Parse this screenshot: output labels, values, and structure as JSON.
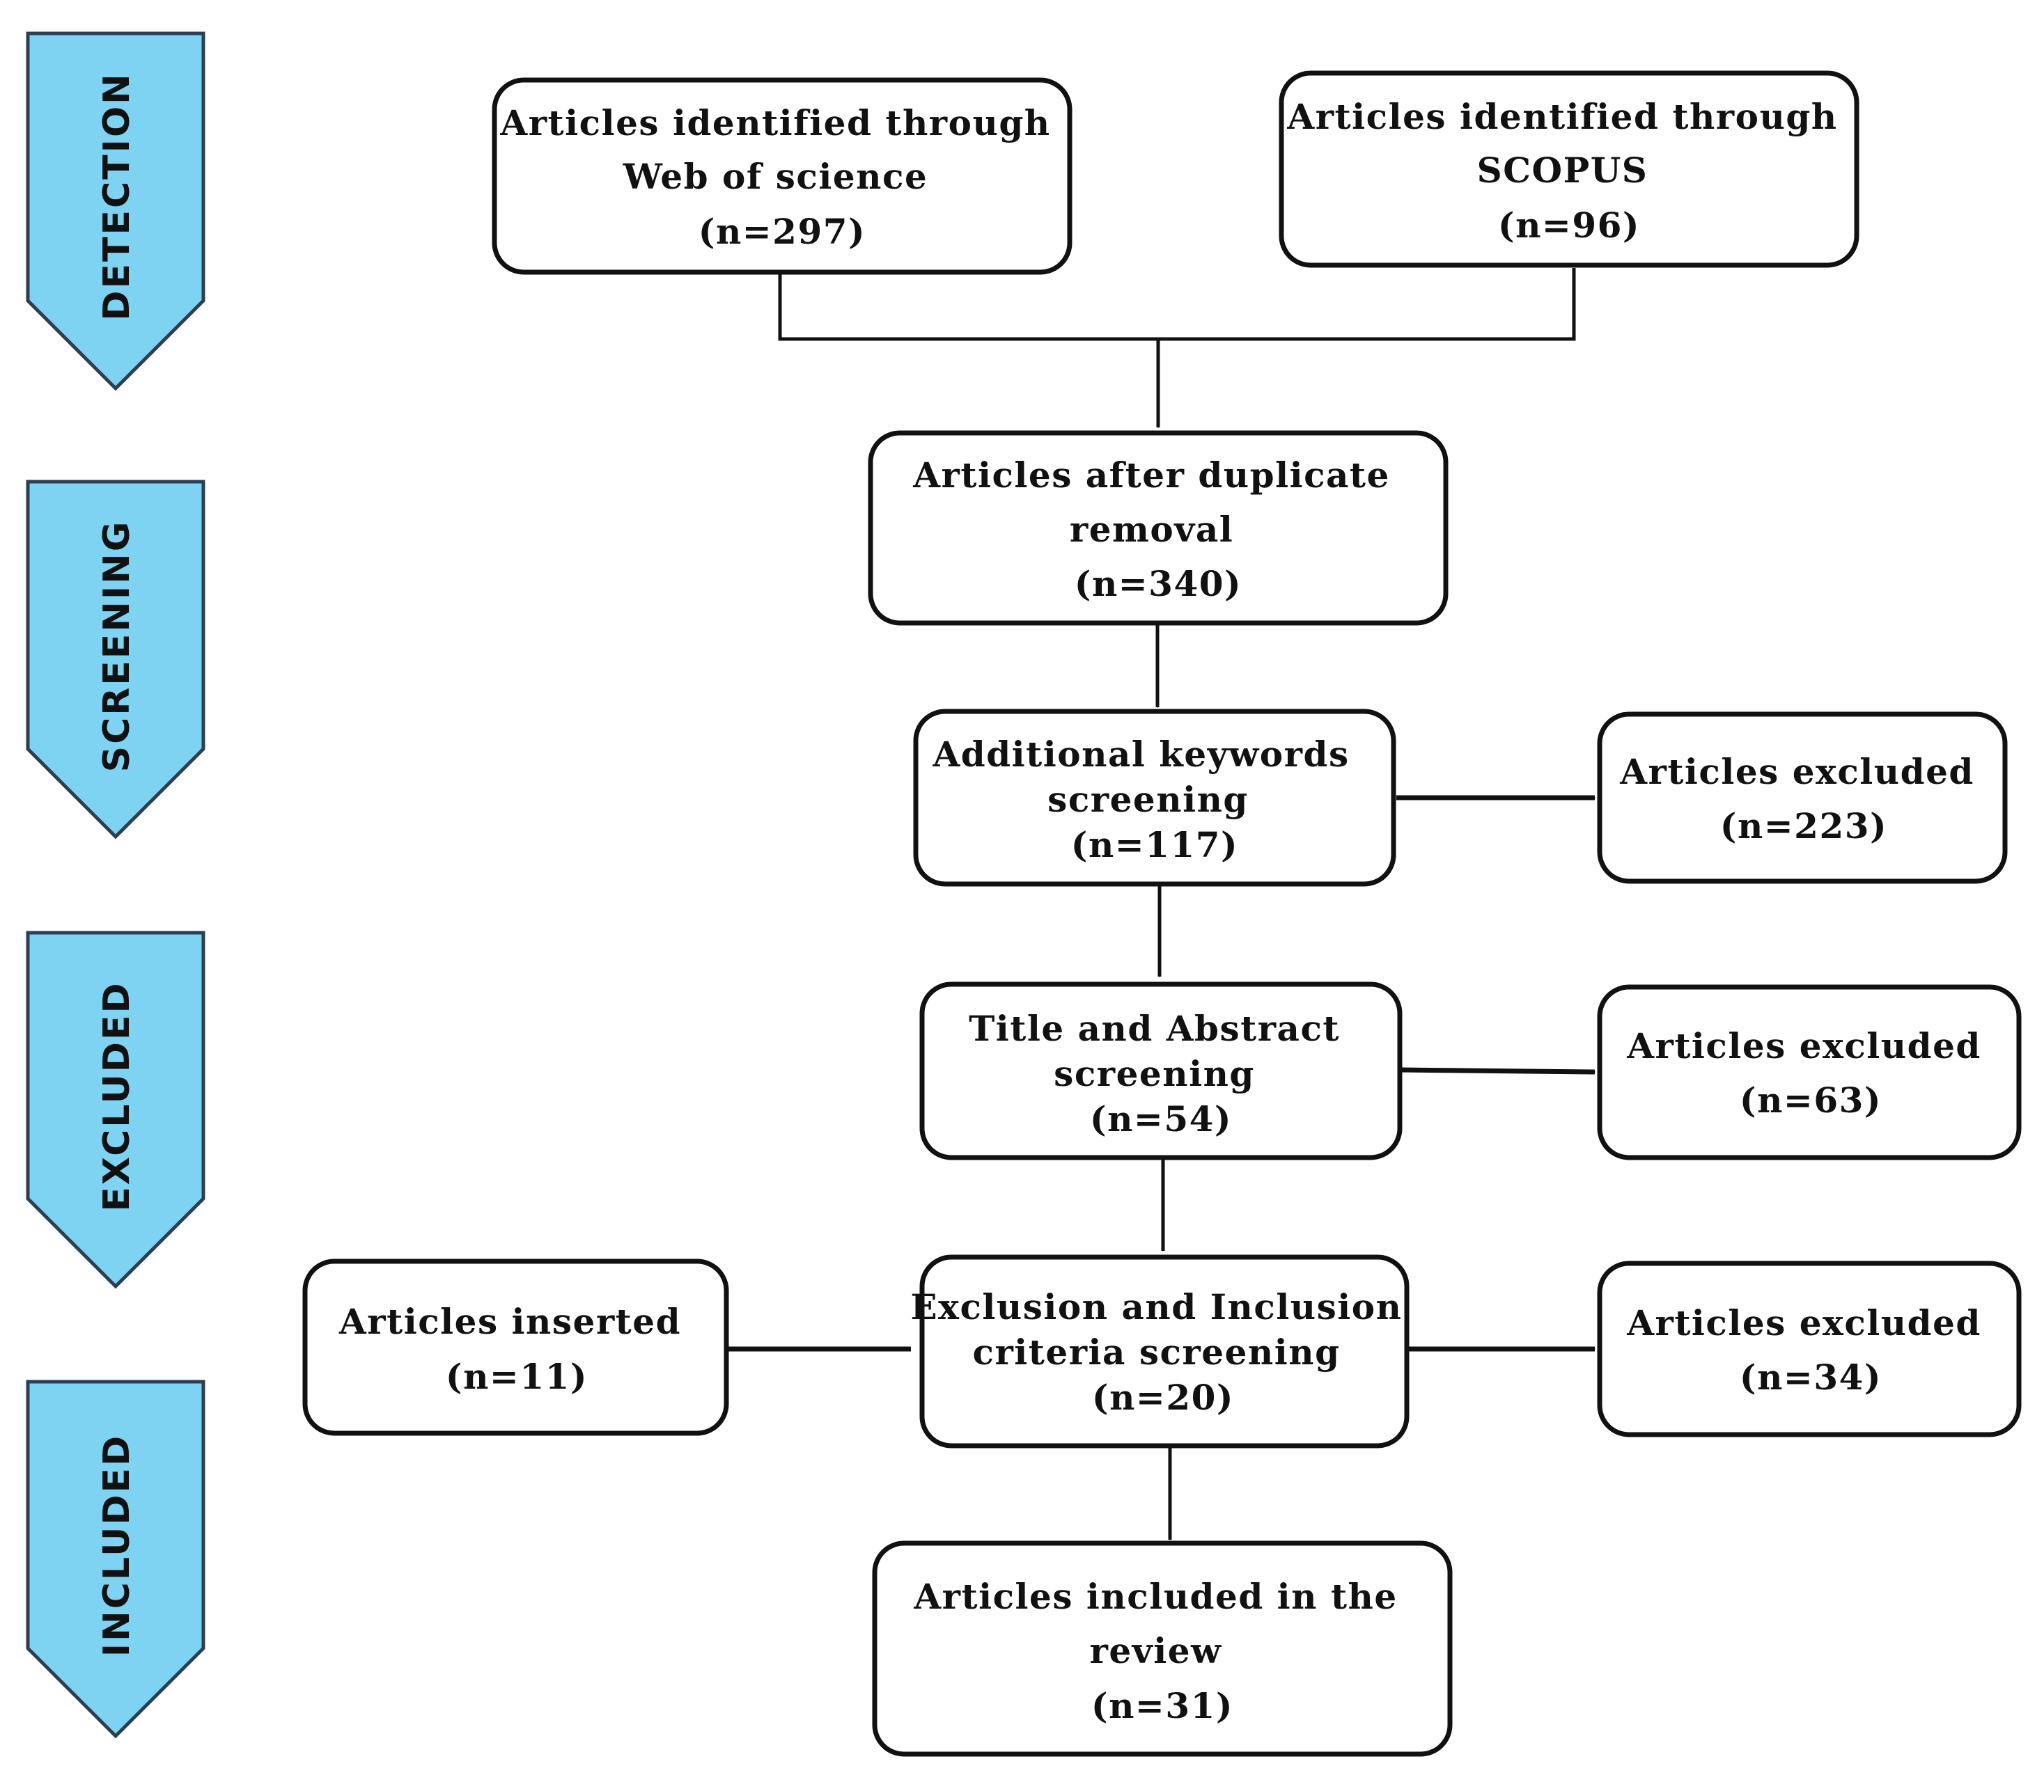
{
  "colors": {
    "stage_fill": "#7fd3f2",
    "stage_stroke": "#2c3e50",
    "box_stroke": "#111111"
  },
  "stages": [
    {
      "id": "detection",
      "label": "DETECTION"
    },
    {
      "id": "screening",
      "label": "SCREENING"
    },
    {
      "id": "excluded",
      "label": "EXCLUDED"
    },
    {
      "id": "included",
      "label": "INCLUDED"
    }
  ],
  "boxes": {
    "wos": {
      "lines": [
        "Articles identified through",
        "Web of science",
        "(n=297)"
      ]
    },
    "scopus": {
      "lines": [
        "Articles identified through",
        "SCOPUS",
        "(n=96)"
      ]
    },
    "duplicates": {
      "lines": [
        "Articles after duplicate",
        "removal",
        "(n=340)"
      ]
    },
    "keywords": {
      "lines": [
        "Additional keywords",
        "screening",
        "(n=117)"
      ]
    },
    "excluded_keywords": {
      "lines": [
        "Articles excluded",
        "(n=223)"
      ]
    },
    "title_abstract": {
      "lines": [
        "Title and Abstract",
        "screening",
        "(n=54)"
      ]
    },
    "excluded_title": {
      "lines": [
        "Articles excluded",
        "(n=63)"
      ]
    },
    "criteria": {
      "lines": [
        "Exclusion and Inclusion",
        "criteria screening",
        "(n=20)"
      ]
    },
    "inserted": {
      "lines": [
        "Articles inserted",
        "(n=11)"
      ]
    },
    "excluded_criteria": {
      "lines": [
        "Articles excluded",
        "(n=34)"
      ]
    },
    "included": {
      "lines": [
        "Articles included in the",
        "review",
        "(n=31)"
      ]
    }
  }
}
